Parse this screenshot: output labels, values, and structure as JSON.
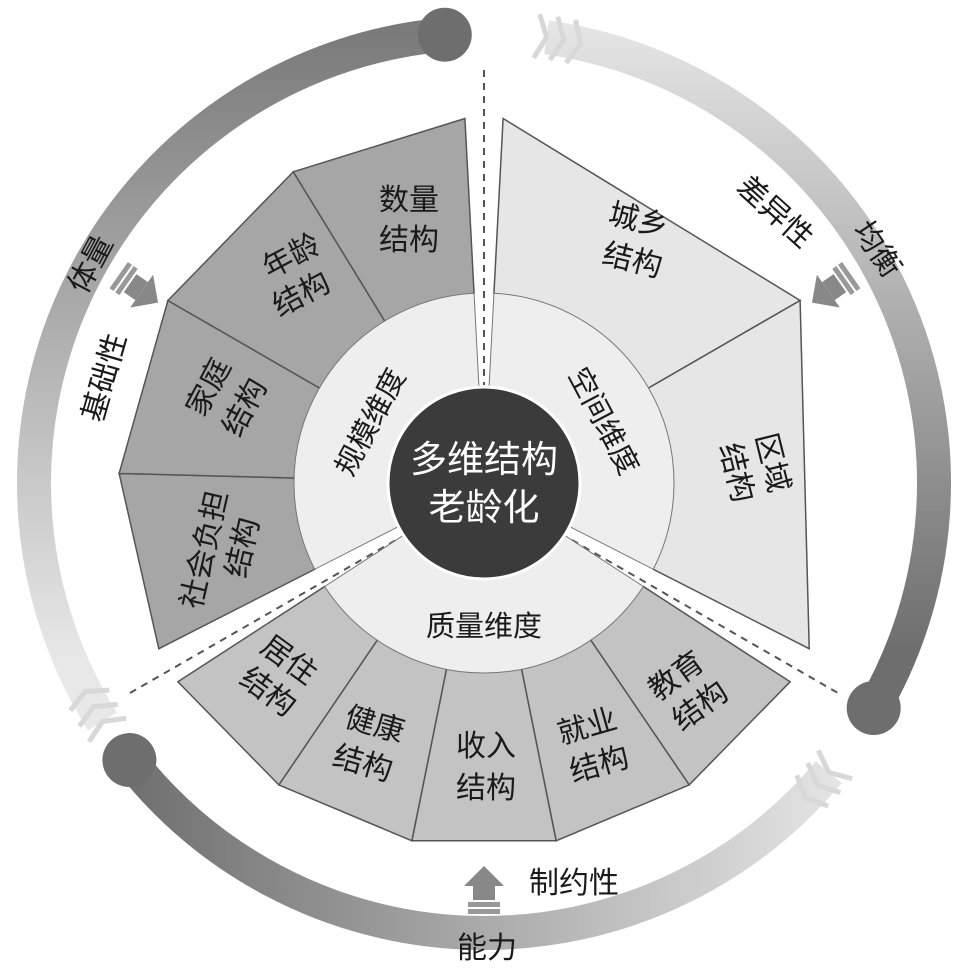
{
  "center": {
    "line1": "多维结构",
    "line2": "老龄化"
  },
  "dimensions": {
    "scale": "规模维度",
    "space": "空间维度",
    "quality": "质量维度"
  },
  "segments": {
    "scale": [
      {
        "l1": "数量",
        "l2": "结构"
      },
      {
        "l1": "年龄",
        "l2": "结构"
      },
      {
        "l1": "家庭",
        "l2": "结构"
      },
      {
        "l1": "社会负担",
        "l2": "结构"
      }
    ],
    "space": [
      {
        "l1": "城乡",
        "l2": "结构"
      },
      {
        "l1": "区域",
        "l2": "结构"
      }
    ],
    "quality": [
      {
        "l1": "居住",
        "l2": "结构"
      },
      {
        "l1": "健康",
        "l2": "结构"
      },
      {
        "l1": "收入",
        "l2": "结构"
      },
      {
        "l1": "就业",
        "l2": "结构"
      },
      {
        "l1": "教育",
        "l2": "结构"
      }
    ]
  },
  "outer": {
    "tiliang": "体量",
    "jichuxing": "基础性",
    "junheng": "均衡",
    "chayixing": "差异性",
    "nengli": "能力",
    "zhiyuexing": "制约性"
  },
  "colors": {
    "scale_fill": "#a6a6a6",
    "space_fill": "#e6e6e6",
    "quality_fill": "#c3c3c3",
    "inner_ring": "#eeeeee",
    "center_fill": "#3b3b3b",
    "arc_dark": "#7a7a7a",
    "arc_light": "#e2e2e2"
  }
}
